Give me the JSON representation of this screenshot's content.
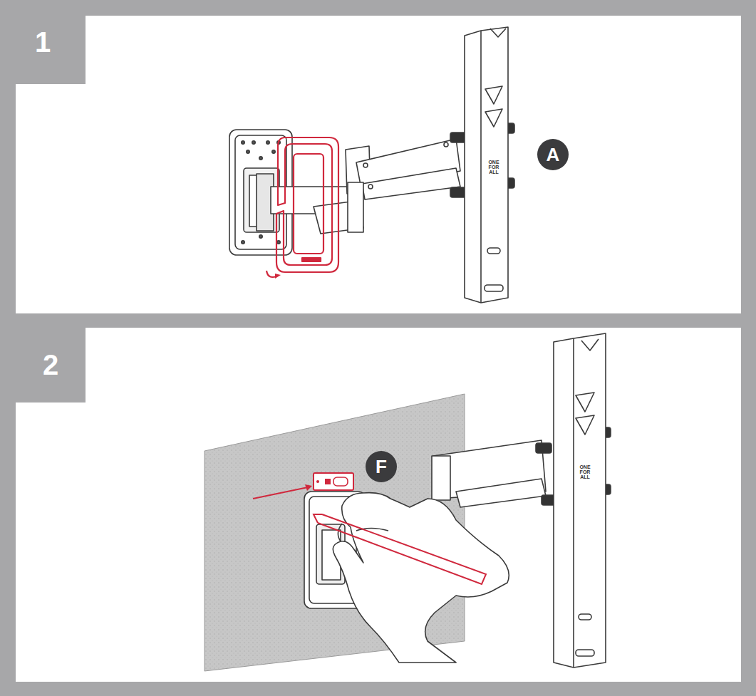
{
  "diagram": {
    "nodes": [
      {
        "text": [
          "1"
        ]
      },
      {
        "text": [
          "A"
        ]
      },
      {
        "text": [
          "2"
        ]
      },
      {
        "text": [
          "F"
        ]
      }
    ],
    "labels": [
      "ONE FOR ALL",
      "ONE FOR ALL"
    ]
  }
}
